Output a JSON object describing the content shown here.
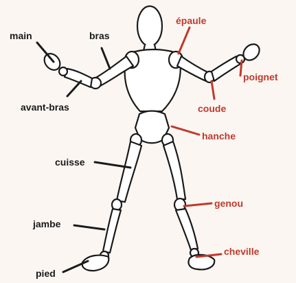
{
  "colors": {
    "background": "#fbf6f2",
    "figure_outline": "#1a1a1a",
    "left_labels": "#1a1a1a",
    "right_labels": "#c0392b"
  },
  "labels": {
    "main": "main",
    "bras": "bras",
    "avant_bras": "avant-bras",
    "cuisse": "cuisse",
    "jambe": "jambe",
    "pied": "pied",
    "epaule": "épaule",
    "poignet": "poignet",
    "coude": "coude",
    "hanche": "hanche",
    "genou": "genou",
    "cheville": "cheville"
  }
}
